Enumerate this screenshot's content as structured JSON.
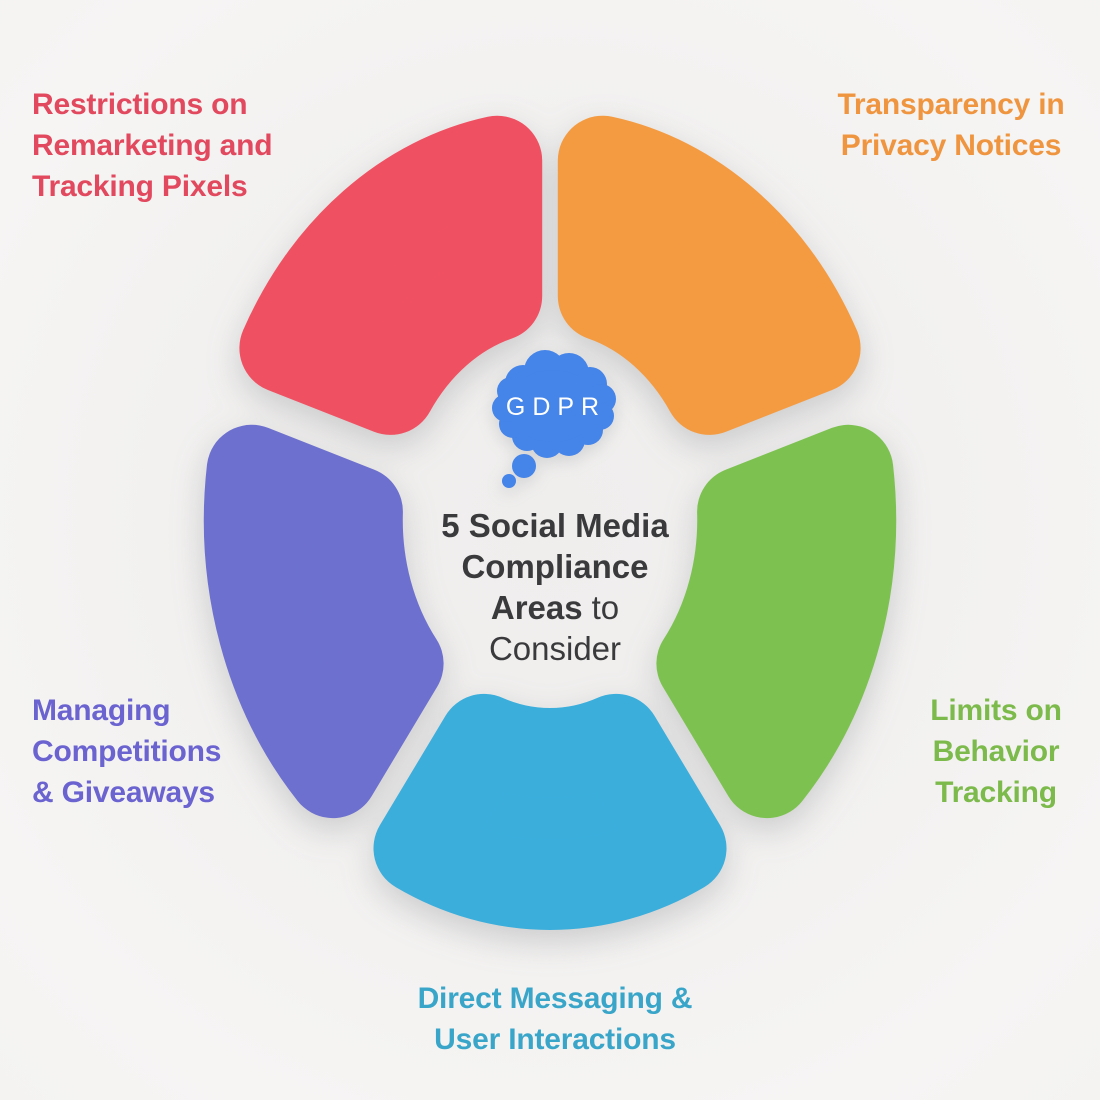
{
  "background_color": "#F1F0EF",
  "title": {
    "line1": "5 Social Media",
    "line2": "Compliance",
    "line3_bold": "Areas",
    "line3_regular": "to",
    "line4": "Consider",
    "text_color": "#3A3A3C"
  },
  "center_icon": {
    "label": "GDPR",
    "color": "#4584E8",
    "text_color": "#FFFFFF"
  },
  "segments": [
    {
      "id": "remarketing",
      "label_lines": [
        "Restrictions on",
        "Remarketing and",
        "Tracking Pixels"
      ],
      "color": "#F05162",
      "text_color": "#E2485E",
      "position": "top-left"
    },
    {
      "id": "privacy-notices",
      "label_lines": [
        "Transparency in",
        "Privacy Notices"
      ],
      "color": "#F49B42",
      "text_color": "#F0953F",
      "position": "top-right"
    },
    {
      "id": "behavior-tracking",
      "label_lines": [
        "Limits on",
        "Behavior",
        "Tracking"
      ],
      "color": "#7DC251",
      "text_color": "#7CBA4B",
      "position": "right"
    },
    {
      "id": "direct-messaging",
      "label_lines": [
        "Direct Messaging &",
        "User Interactions"
      ],
      "color": "#3BAEDC",
      "text_color": "#39A6C9",
      "position": "bottom"
    },
    {
      "id": "competitions",
      "label_lines": [
        "Managing",
        "Competitions",
        "& Giveaways"
      ],
      "color": "#6D70CE",
      "text_color": "#6A63D0",
      "position": "left"
    }
  ]
}
